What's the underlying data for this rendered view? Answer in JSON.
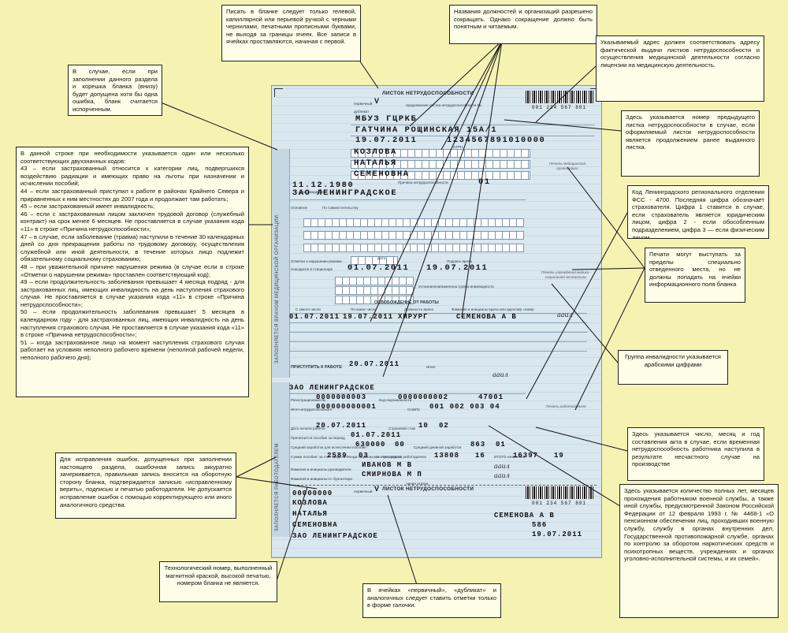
{
  "notes": {
    "n1": "Писать в бланке следует только гелевой, капиллярной или перьевой ручкой с черными чернилами, печатными прописными буквами, не выходя за границы ячеек. Все записи в ячейках проставляются, начиная с первой.",
    "n2": "Названия должностей и организаций разрешено сокращать. Однако сокращение должно быть понятным и читаемым.",
    "n3": "Указываемый адрес должен соответствовать адресу фактической выдачи листков нетрудоспособности и осуществления медицинской деятельности согласно лицензии на медицинскую деятельность.",
    "n4": "В случае, если при заполнении данного раздела и корешка бланка (внизу) будет допущена хотя бы одна ошибка, бланк считается испорченным.",
    "n5": "Здесь указывается номер предыдущего листка нетрудоспособности в случае, если оформляемый листок нетрудоспособности является продолжением ранее выданного листка.",
    "n6": [
      "В данной строке при необходимости указывается один или несколько соответствующих двухзначных кодов:",
      "43 – если застрахованный относится к категории лиц, подвергшихся воздействию радиации и имеющих право на льготы при назначении и исчислении пособий;",
      "44 – если застрахованный приступил к работе в районах Крайнего Севера и приравненных к ним местностях до 2007 года и продолжает там работать;",
      "45 – если застрахованный имеет инвалидность;",
      "46 – если с застрахованным лицом заключен трудовой договор (служебный контракт) на срок менее 6 месяцев. Не проставляется в случае указания кода «11» в строке «Причина нетрудоспособности»;",
      "47 – в случае, если заболевание (травма) наступили в течение 30 календарных дней со дня прекращения работы по трудовому договору, осуществления служебной или иной деятельности, в течение которых лицо подлежит обязательному социальному страхованию;",
      "48 – при уважительной причине нарушения режима (в случае если в строке «Отметки о нарушении режима» проставлен соответствующий код);",
      "49 – если продолжительность заболевания превышает 4 месяца подряд - для застрахованных лиц, имеющих инвалидность на день наступления страхового случая. Не проставляется в случае указания кода «11» в строке «Причина нетрудоспособности»;",
      "50 – если продолжительность заболевания превышает 5 месяцев в календарном году - для застрахованных лиц, имеющих инвалидность на день наступления страхового случая. Не проставляется в случае указания кода «11» в строке «Причина нетрудоспособности»;",
      "51 – когда застрахованное лицо на момент наступления страхового случая работает на условиях неполного рабочего времени (неполной рабочей недели, неполного рабочего дня);"
    ],
    "n7": "Код Ленинградского регионального отделения ФСС - 4700. Последняя цифра обозначает страхователя. Цифра 1 ставится в случае, если страхователь является юридическим лицом, цифра 2 - если обособленным подразделением, цифра 3 — если физическим лицом.",
    "n8": "Печати могут выступать за пределы специально отведенного места, но не должны попадать на ячейки информационного поля бланка",
    "n9": "Группа инвалидности указывается арабскими цифрами",
    "n10": "Здесь указывается число, месяц и год составления акта в случае, если временная нетрудоспособность работника наступила в результате несчастного случае на производстве",
    "n11": "Для исправления ошибок, допущенных при заполнении настоящего раздела, ошибочная запись аккуратно зачеркивается, правильная запись вносится на оборотную сторону бланка, подтверждается записью «исправленному верить», подписью и печатью работодателя. Не допускается исправление ошибок с помощью корректирующего или иного аналогичного средства.",
    "n12": "Здесь указывается количество полных лет, месяцев прохождения работником военной службы, а также иной службы, предусмотренной Законом Российской Федерации от 12 февраля 1993 г. № 4468-1 «О пенсионном обеспечении лиц, проходивших военную службу, службу в органах внутренних дел, Государственной противопожарной службе, органах по контролю за оборотом наркотических средств и психотропных веществ, учреждениях и органах уголовно-исполнительной системы, и их семей».",
    "n13": "Технологический номер, выполненный магнитной краской, высокой печатью, номером бланка не является.",
    "n14": "В ячейках «первичный», «дубликат» и аналогичных следует ставить отметки только в форме галочки."
  },
  "form": {
    "title": "ЛИСТОК НЕТРУДОСПОСОБНОСТИ",
    "barcode_number": "001 234 567 891",
    "primary_label": "первичный",
    "duplicate_label": "дубликат",
    "check": "V",
    "continuation_label": "продолжение листка нетрудоспособности №",
    "org": "МБУЗ ГЦРКБ",
    "address": "ГАТЧИНА РОЩИНСКАЯ 15А/1",
    "issue_date": "19.07.2011",
    "ogrn": "1234567891010000",
    "surname": "КОЗЛОВА",
    "name": "НАТАЛЬЯ",
    "patronymic": "СЕМЕНОВНА",
    "birth_date": "11.12.1980",
    "reason_code": "01",
    "employer": "ЗАО ЛЕНИНГРАДСКОЕ",
    "main_label": "Основное",
    "part_time_label": "По совместительству",
    "mse_label": "Отметки о нарушении режима",
    "hospital_from": "01.07.2011",
    "hospital_to": "19.07.2011",
    "hospital_label": "Находился в стационаре",
    "disability_group_label": "Установлена/изменена группа инвалидности",
    "release_header": "ОСВОБОЖДЕНИЕ ОТ РАБОТЫ",
    "rel_from": "01.07.2011",
    "rel_to": "19.07.2011",
    "doctor_post": "ХИРУРГ",
    "doctor_name": "СЕМЕНОВА А В",
    "return_label": "ПРИСТУПИТЬ К РАБОТЕ",
    "return_date": "20.07.2011",
    "org_vert": "ЗАПОЛНЯЕТСЯ ВРАЧОМ МЕДИЦИНСКОЙ ОРГАНИЗАЦИИ",
    "emp_vert": "ЗАПОЛНЯЕТСЯ РАБОТОДАТЕЛЕМ",
    "employer2": "ЗАО ЛЕНИНГРАДСКОЕ",
    "reg_number": "0000000003",
    "sub_code": "0000000002",
    "fss_code": "47001",
    "inn": "000000000001",
    "snils": "001 002 003 04",
    "start_date": "20.07.2011",
    "ins_years": "10",
    "ins_months": "02",
    "accrued_date": "01.07.2011",
    "avg_earnings": "630000",
    "avg_earnings_kop": "00",
    "avg_daily": "863",
    "avg_daily_kop": "01",
    "sum_fss": "2589",
    "sum_fss_kop": "03",
    "sum_employer": "13808",
    "sum_employer_kop": "16",
    "total": "16397",
    "total_kop": "19",
    "head_name": "ИВАНОВ М В",
    "accountant_name": "СМИРНОВА М П",
    "cut_label": "линия отреза",
    "stub_number": "00000000",
    "stub_surname": "КОЗЛОВА",
    "stub_name": "НАТАЛЬЯ",
    "stub_patronymic": "СЕМЕНОВНА",
    "stub_employer": "ЗАО ЛЕНИНГРАДСКОЕ",
    "stub_doctor": "СЕМЕНОВА А В",
    "stub_number2": "586",
    "stub_date": "19.07.2011",
    "stamp_label": "Печать медицинской организации",
    "stamp_label2": "Печать учреждения медико-социальной экспертизы",
    "stamp_label3": "Печать работодателя",
    "signature": "ааил",
    "doctor_sign_label": "Подпись врача",
    "head_label": "Фамилия и инициалы руководителя",
    "accountant_label": "Фамилия и инициалы гл. бухгалтера",
    "sum_label": "Сумма пособия: за счет средств Фонда социального страхования",
    "sum_label2": "за счет средств работодателя",
    "total_label": "ИТОГО начислено",
    "years_label": "Страховой стаж",
    "avg_label": "Средний заработок для исчисления пособия",
    "avg_daily_label": "Средний дневной заработок",
    "reg_label": "Регистрационный №",
    "sub_label": "Код подчиненности",
    "inn_label": "ИНН нетрудоспособного",
    "snils_label": "СНИЛС",
    "start_label": "Дата начала работы",
    "accrued_label": "Причитается пособие за период",
    "ogrn_label": "ОГРН",
    "birth_label": "дата рождения",
    "reason_label": "Причина нетрудоспособности",
    "from_label": "С какого числа",
    "to_label": "По какое число",
    "post_label": "Должность врача",
    "fio_label": "Фамилия и инициалы врача или идентиф. номер",
    "date_label": "Дата",
    "other_label": "Иное:"
  }
}
